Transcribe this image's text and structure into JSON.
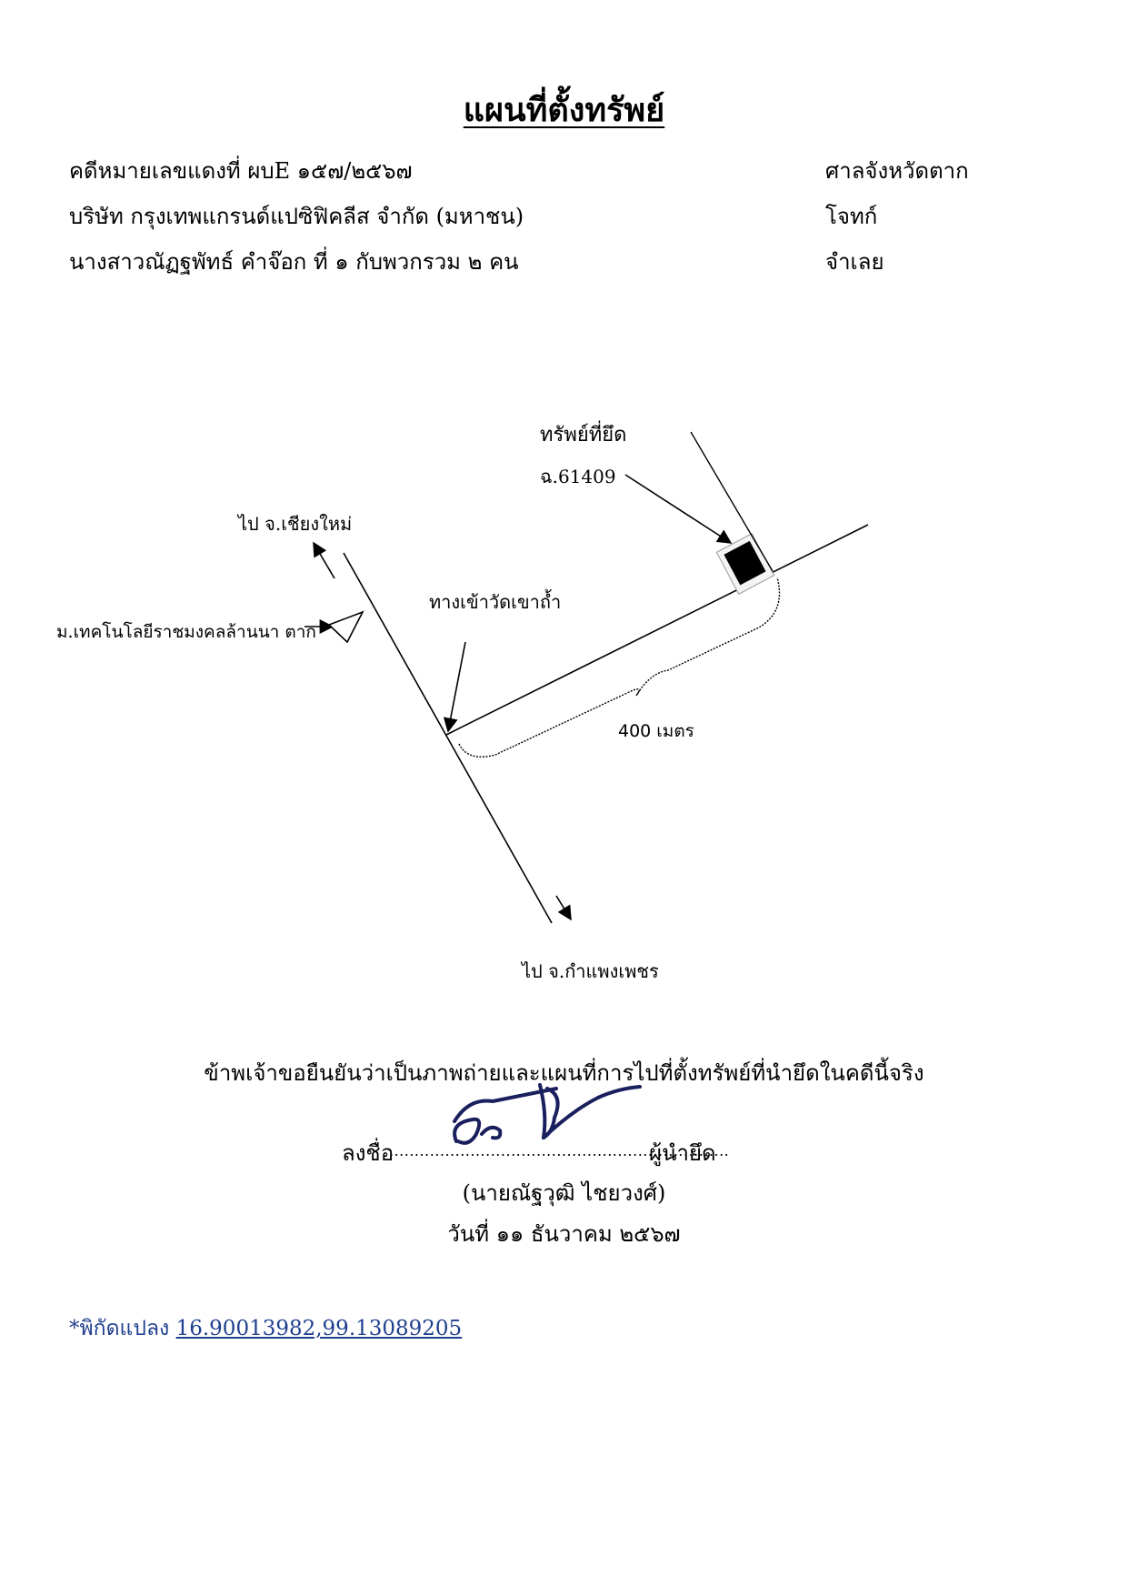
{
  "document": {
    "title": "แผนที่ตั้งทรัพย์",
    "header": [
      {
        "left": "คดีหมายเลขแดงที่ ผบE ๑๕๗/๒๕๖๗",
        "right": "ศาลจังหวัดตาก"
      },
      {
        "left": "บริษัท กรุงเทพแกรนด์แปซิฟิคลีส จำกัด (มหาชน)",
        "right": "โจทก์"
      },
      {
        "left": "นางสาวณัฏฐพัทธ์ คำจ๊อก ที่ ๑ กับพวกรวม ๒ คน",
        "right": "จำเลย"
      }
    ]
  },
  "map": {
    "seized_property_label": "ทรัพย์ที่ยึด",
    "plate_label": "ฉ.61409",
    "to_chiangmai": "ไป จ.เชียงใหม่",
    "temple_entrance": "ทางเข้าวัดเขาถ้ำ",
    "university_label": "ม.เทคโนโลยีราชมงคลล้านนา ตาก",
    "distance_label": "400 เมตร",
    "to_kamphaengphet": "ไป จ.กำแพงเพชร",
    "line_color": "#000000"
  },
  "confirmation": {
    "statement": "ข้าพเจ้าขอยืนยันว่าเป็นภาพถ่ายและแผนที่การไปที่ตั้งทรัพย์ที่นำยึดในคดีนี้จริง",
    "sign_prefix": "ลงชื่อ",
    "sign_dots": "...................................................................",
    "sign_suffix": "ผู้นำยึด",
    "signer_name": "(นายณัฐวุฒิ ไชยวงศ์)",
    "date": "วันที่ ๑๑ ธันวาคม ๒๕๖๗"
  },
  "coordinates": {
    "label": "*พิกัดแปลง",
    "value": "16.90013982,99.13089205",
    "color": "#1f3f8f"
  },
  "signature_color": "#1a1f5e"
}
